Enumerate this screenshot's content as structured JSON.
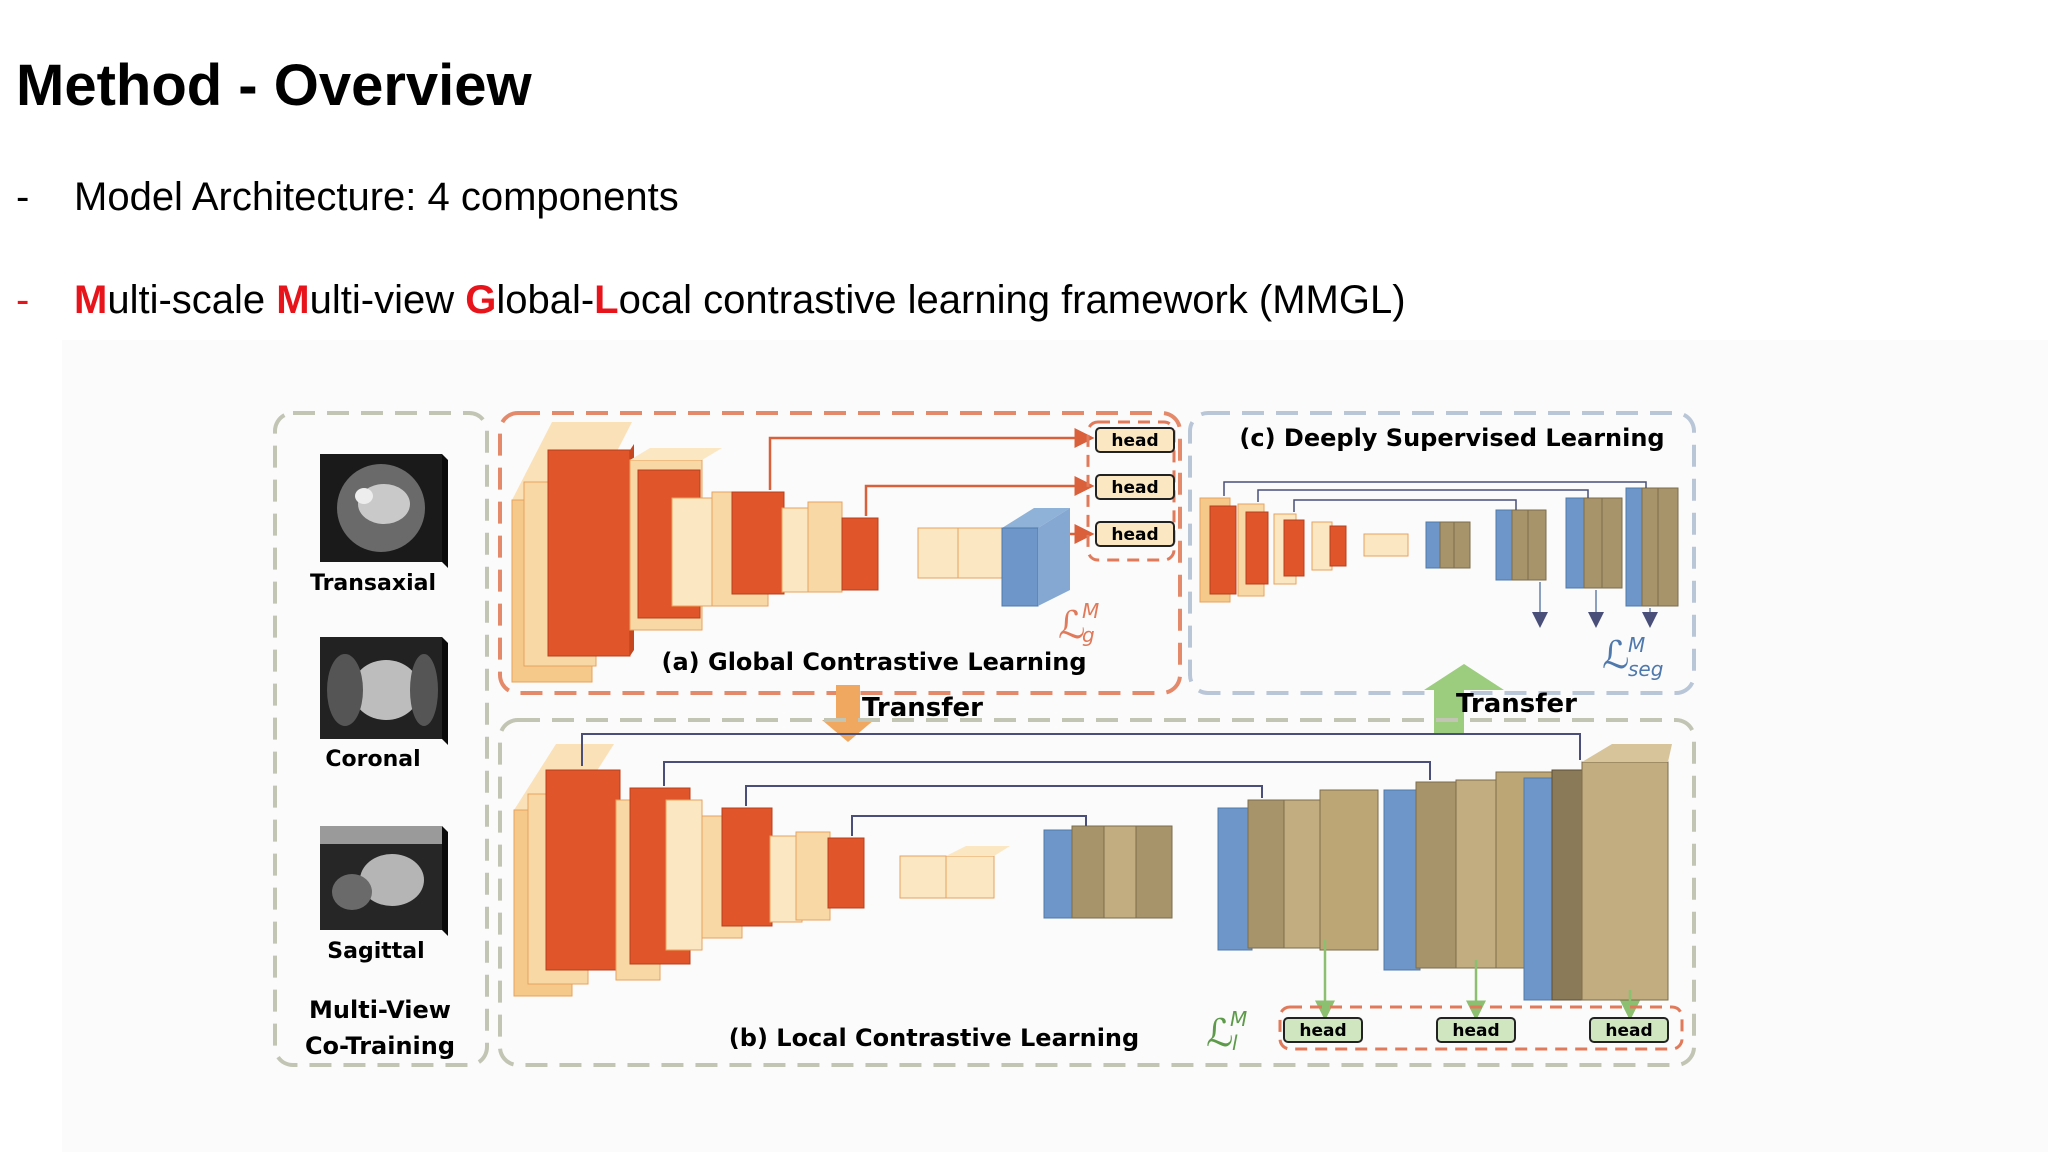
{
  "slide": {
    "title": "Method - Overview",
    "bullet1": {
      "dash": "-",
      "text": "Model Architecture: 4 components"
    },
    "bullet2": {
      "dash": "-",
      "parts": [
        "M",
        "ulti-scale ",
        "M",
        "ulti-view ",
        "G",
        "lobal-",
        "L",
        "ocal contrastive learning framework (MMGL)"
      ]
    }
  },
  "figure": {
    "views": [
      "Transaxial",
      "Coronal",
      "Sagittal"
    ],
    "cotraining_line1": "Multi-View",
    "cotraining_line2": "Co-Training",
    "global_label": "(a) Global Contrastive Learning",
    "local_label": "(b) Local Contrastive Learning",
    "deep_label": "(c) Deeply Supervised Learning",
    "transfer_left": "Transfer",
    "transfer_right": "Transfer",
    "head_label": "head",
    "loss_g": {
      "base": "ℒ",
      "sup": "M",
      "sub": "g"
    },
    "loss_l": {
      "base": "ℒ",
      "sup": "M",
      "sub": "l"
    },
    "loss_seg": {
      "base": "ℒ",
      "sup": "M",
      "sub": "seg"
    },
    "colors": {
      "orange_dark": "#e0552a",
      "orange_light": "#f5c98a",
      "cream": "#fbe7c2",
      "blue": "#6e96c8",
      "olive": "#a8946a",
      "green_head": "#cfe6c0",
      "green_arrow": "#9ccc7e",
      "transfer_orange": "#f0a860",
      "dashed_red": "#e07a5a",
      "dashed_gray": "#b8bcb0",
      "dashed_blue": "#b9c6d8"
    }
  }
}
